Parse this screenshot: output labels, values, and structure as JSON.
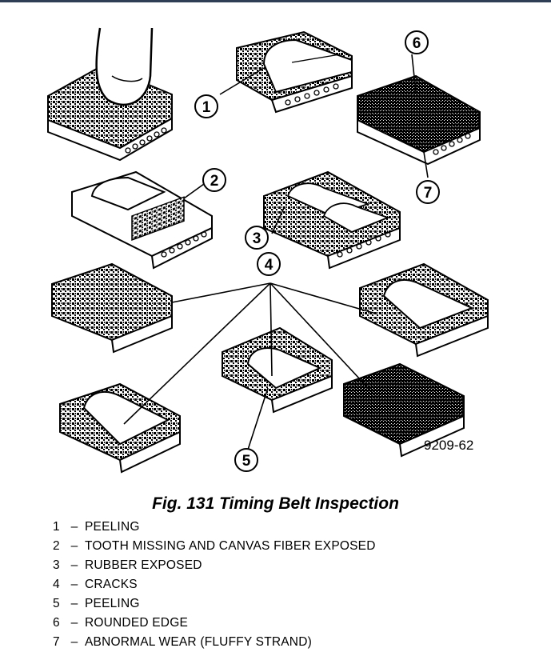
{
  "figure": {
    "caption": "Fig. 131 Timing Belt Inspection",
    "figure_id": "9209-62",
    "callouts": [
      "1",
      "2",
      "3",
      "4",
      "5",
      "6",
      "7"
    ]
  },
  "legend": [
    {
      "num": "1",
      "dash": "–",
      "text": "PEELING"
    },
    {
      "num": "2",
      "dash": "–",
      "text": "TOOTH MISSING AND CANVAS FIBER EXPOSED"
    },
    {
      "num": "3",
      "dash": "–",
      "text": "RUBBER EXPOSED"
    },
    {
      "num": "4",
      "dash": "–",
      "text": "CRACKS"
    },
    {
      "num": "5",
      "dash": "–",
      "text": "PEELING"
    },
    {
      "num": "6",
      "dash": "–",
      "text": "ROUNDED EDGE"
    },
    {
      "num": "7",
      "dash": "–",
      "text": "ABNORMAL WEAR (FLUFFY STRAND)"
    }
  ]
}
